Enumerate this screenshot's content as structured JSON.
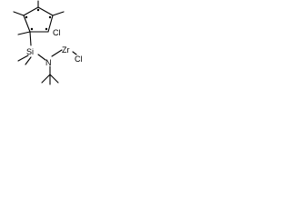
{
  "molecule": {
    "atoms": {
      "si": "Si",
      "n": "N",
      "zr": "Zr",
      "cl_upper": "Cl",
      "cl_lower": "Cl"
    },
    "colors": {
      "bond": "#000000",
      "text": "#000000",
      "background": "#ffffff"
    }
  }
}
